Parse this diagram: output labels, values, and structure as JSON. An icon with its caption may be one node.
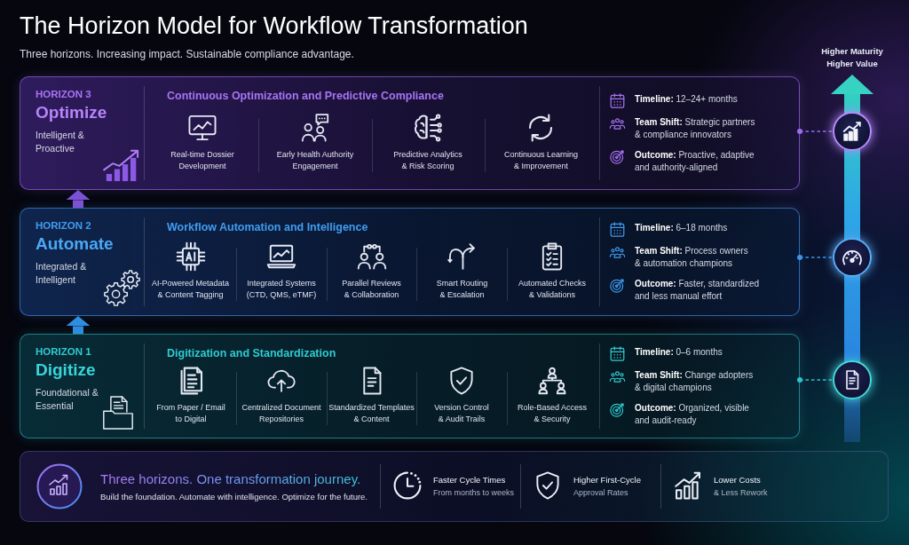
{
  "diagram": {
    "title": "The Horizon Model for Workflow Transformation",
    "nodes": [
      {
        "text": [
          "HORIZON 3",
          "Optimize",
          "Intelligent & Proactive",
          "Continuous Optimization and Predictive Compliance",
          "Real-time Dossier Development",
          "Early Health Authority Engagement",
          "Predictive Analytics & Risk Scoring",
          "Continuous Learning & Improvement",
          "**Timeline:** 12–24+ months",
          "**Team Shift:** Strategic partners & compliance innovators",
          "**Outcome:** Proactive, adaptive and authority-aligned"
        ]
      },
      {
        "text": [
          "HORIZON 2",
          "Automate",
          "Integrated & Intelligent",
          "Workflow Automation and Intelligence",
          "AI-Powered Metadata & Content Tagging",
          "Integrated Systems (CTD, QMS, eTMF)",
          "Parallel Reviews & Collaboration",
          "Smart Routing & Escalation",
          "Automated Checks & Validations",
          "**Timeline:** 6–18 months",
          "**Team Shift:** Process owners & automation champions",
          "**Outcome:** Faster, standardized and less manual effort"
        ]
      },
      {
        "text": [
          "HORIZON 1",
          "Digitize",
          "Foundational & Essential",
          "Digitization and Standardization",
          "From Paper / Email to Digital",
          "Centralized Document Repositories",
          "Standardized Templates & Content",
          "Version Control & Audit Trails",
          "Role-Based Access & Security",
          "**Timeline:** 0–6 months",
          "**Team Shift:** Change adopters & digital champions",
          "**Outcome:** Organized, visible and audit-ready"
        ]
      },
      {
        "text": [],
        "shape": "circle"
      },
      {
        "text": [],
        "shape": "circle"
      },
      {
        "text": [],
        "shape": "circle"
      },
      {
        "text": [
          "Three horizons. One transformation journey.",
          "Build the foundation. Automate with intelligence. Optimize for the future.",
          "Faster Cycle Times",
          "From months to weeks",
          "Higher First-Cycle",
          "Approval Rates",
          "Lower Costs",
          "& Less Rework"
        ]
      }
    ],
    "edges": [
      {
        "from": 0,
        "to": 3,
        "arrow": "other",
        "style": "dashed",
        "color": "#9b6cf0"
      },
      {
        "from": 1,
        "to": 0,
        "arrow": "to",
        "style": "thick",
        "color": "#7b52d6"
      },
      {
        "from": 1,
        "to": 4,
        "arrow": "other",
        "style": "dashed",
        "color": "#3b95ec"
      },
      {
        "from": 2,
        "to": 1,
        "arrow": "to",
        "style": "thick",
        "color": "#2f8de0"
      },
      {
        "from": 2,
        "to": 5,
        "arrow": "other",
        "style": "dashed",
        "color": "#2cc4cc"
      }
    ],
    "labels": [
      "Three horizons. Increasing impact. Sustainable compliance advantage.",
      "Higher Maturity",
      "Higher Value"
    ]
  }
}
